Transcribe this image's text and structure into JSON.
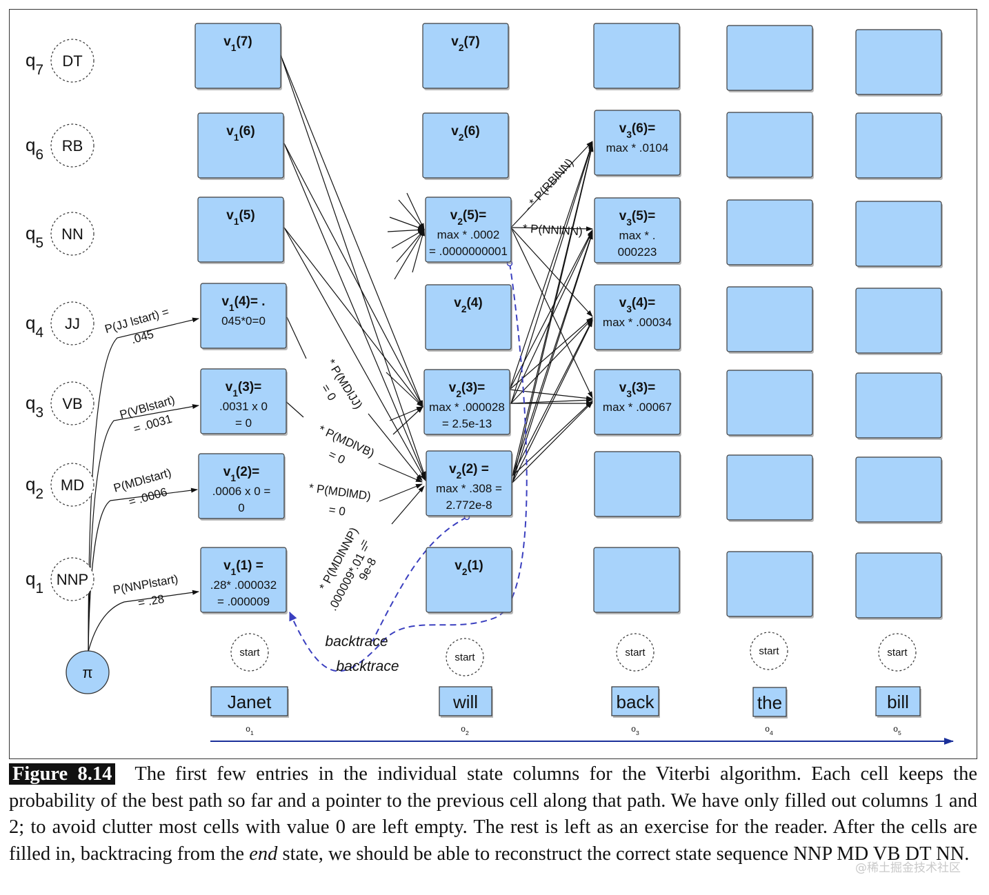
{
  "states": [
    {
      "q": "q",
      "sub": "7",
      "tag": "DT"
    },
    {
      "q": "q",
      "sub": "6",
      "tag": "RB"
    },
    {
      "q": "q",
      "sub": "5",
      "tag": "NN"
    },
    {
      "q": "q",
      "sub": "4",
      "tag": "JJ"
    },
    {
      "q": "q",
      "sub": "3",
      "tag": "VB"
    },
    {
      "q": "q",
      "sub": "2",
      "tag": "MD"
    },
    {
      "q": "q",
      "sub": "1",
      "tag": "NNP"
    }
  ],
  "pi_label": "π",
  "start_label": "start",
  "words": [
    {
      "word": "Janet",
      "obs": "o",
      "obs_sub": "1"
    },
    {
      "word": "will",
      "obs": "o",
      "obs_sub": "2"
    },
    {
      "word": "back",
      "obs": "o",
      "obs_sub": "3"
    },
    {
      "word": "the",
      "obs": "o",
      "obs_sub": "4"
    },
    {
      "word": "bill",
      "obs": "o",
      "obs_sub": "5"
    }
  ],
  "cells": {
    "c1": [
      {
        "v": "v",
        "sub": "1",
        "idx": "(7)",
        "suffix": "",
        "lines": []
      },
      {
        "v": "v",
        "sub": "1",
        "idx": "(6)",
        "suffix": "",
        "lines": []
      },
      {
        "v": "v",
        "sub": "1",
        "idx": "(5)",
        "suffix": "",
        "lines": []
      },
      {
        "v": "v",
        "sub": "1",
        "idx": "(4)",
        "suffix": "= .",
        "lines": [
          "045*0=0"
        ]
      },
      {
        "v": "v",
        "sub": "1",
        "idx": "(3)",
        "suffix": "=",
        "lines": [
          ".0031 x 0",
          "= 0"
        ]
      },
      {
        "v": "v",
        "sub": "1",
        "idx": "(2)",
        "suffix": "=",
        "lines": [
          ".0006 x 0 =",
          "0"
        ]
      },
      {
        "v": "v",
        "sub": "1",
        "idx": "(1)",
        "suffix": " =",
        "lines": [
          ".28* .000032",
          "= .000009"
        ]
      }
    ],
    "c2": [
      {
        "v": "v",
        "sub": "2",
        "idx": "(7)",
        "suffix": "",
        "lines": []
      },
      {
        "v": "v",
        "sub": "2",
        "idx": "(6)",
        "suffix": "",
        "lines": []
      },
      {
        "v": "v",
        "sub": "2",
        "idx": "(5)",
        "suffix": "=",
        "lines": [
          "max * .0002",
          "= .0000000001"
        ]
      },
      {
        "v": "v",
        "sub": "2",
        "idx": "(4)",
        "suffix": "",
        "lines": []
      },
      {
        "v": "v",
        "sub": "2",
        "idx": "(3)",
        "suffix": "=",
        "lines": [
          "max * .000028",
          "=     2.5e-13"
        ]
      },
      {
        "v": "v",
        "sub": "2",
        "idx": "(2)",
        "suffix": " =",
        "lines": [
          "max * .308 =",
          "2.772e-8"
        ]
      },
      {
        "v": "v",
        "sub": "2",
        "idx": "(1)",
        "suffix": "",
        "lines": []
      }
    ],
    "c3": [
      {
        "v": "",
        "sub": "",
        "idx": "",
        "suffix": "",
        "lines": []
      },
      {
        "v": "v",
        "sub": "3",
        "idx": "(6)",
        "suffix": "=",
        "lines": [
          "max * .0104"
        ]
      },
      {
        "v": "v",
        "sub": "3",
        "idx": "(5)",
        "suffix": "=",
        "lines": [
          "max * .",
          "000223"
        ]
      },
      {
        "v": "v",
        "sub": "3",
        "idx": "(4)",
        "suffix": "=",
        "lines": [
          "max * .00034"
        ]
      },
      {
        "v": "v",
        "sub": "3",
        "idx": "(3)",
        "suffix": "=",
        "lines": [
          "max * .00067"
        ]
      },
      {
        "v": "",
        "sub": "",
        "idx": "",
        "suffix": "",
        "lines": []
      },
      {
        "v": "",
        "sub": "",
        "idx": "",
        "suffix": "",
        "lines": []
      }
    ]
  },
  "start_probs": [
    {
      "l1": "P(JJ lstart) =",
      "l2": ".045"
    },
    {
      "l1": "P(VBlstart)",
      "l2": "= .0031"
    },
    {
      "l1": "P(MDlstart)",
      "l2": "= .0006"
    },
    {
      "l1": "P(NNPlstart)",
      "l2": "= .28"
    }
  ],
  "trans_labels": [
    {
      "l1": "* P(MDlJJ)",
      "l2": "= 0"
    },
    {
      "l1": "* P(MDlVB)",
      "l2": "= 0"
    },
    {
      "l1": "* P(MDlMD)",
      "l2": "= 0"
    },
    {
      "l1": "* P(MDlNNP)",
      "l2": "=",
      "l3": ".000009*.01  =",
      "l4": "9e-8"
    }
  ],
  "col3_labels": {
    "rb": "- * P(RBlNN)",
    "nn": "* P(NNlNN)"
  },
  "backtrace": "backtrace",
  "caption": {
    "label": "Figure 8.14",
    "text_1": "The first few entries in the individual state columns for the Viterbi algorithm. Each cell keeps the probability of the best path so far and a pointer to the previous cell along that path. We have only filled out columns 1 and 2; to avoid clutter most cells with value 0 are left empty. The rest is left as an exercise for the reader. After the cells are filled in, backtracing from the ",
    "emph": "end",
    "text_2": " state, we should be able to reconstruct the correct state sequence NNP MD VB DT NN."
  },
  "watermark": "@稀土掘金技术社区",
  "colors": {
    "cell_fill": "#a8d3fb",
    "cell_stroke": "#3c3c3c",
    "backtrace": "#3a3fbf",
    "axis": "#1a2f9a"
  }
}
